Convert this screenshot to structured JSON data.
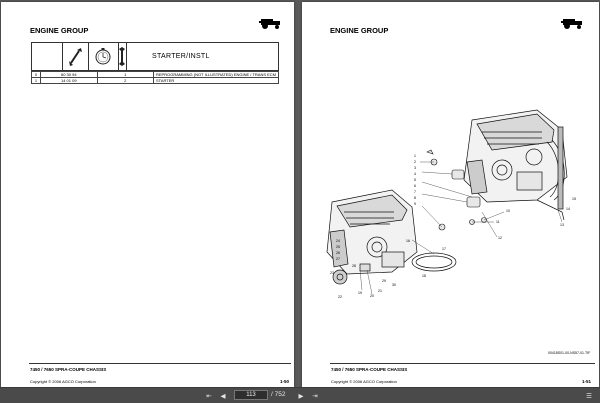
{
  "left_page": {
    "group_title": "ENGINE GROUP",
    "header_title": "STARTER/INSTL",
    "parts": [
      {
        "index": "0",
        "part_no": "60 30 94",
        "qty": "1",
        "description": "REPROGRAMMING (NOT ILLUSTRATED) ENGINE / TRANS ECM"
      },
      {
        "index": "1",
        "part_no": "14 01 09",
        "qty": "2",
        "description": "STARTER"
      }
    ],
    "footer_chassis": "7450 / 7650 SPRA-COUPE CHASSIS",
    "copyright": "Copyright © 2006 AGCO Corporation",
    "page_number": "1-50"
  },
  "right_page": {
    "group_title": "ENGINE GROUP",
    "figure_code": "00418S01-00-NS57-01.TIF",
    "callouts": [
      "1",
      "2",
      "3",
      "4",
      "5",
      "6",
      "7",
      "8",
      "9",
      "10",
      "11",
      "12",
      "13",
      "14",
      "15",
      "16",
      "17",
      "18",
      "19",
      "20",
      "21",
      "22",
      "23",
      "24",
      "25",
      "26",
      "27",
      "28",
      "29",
      "30"
    ],
    "footer_chassis": "7450 / 7650 SPRA-COUPE CHASSIS",
    "copyright": "Copyright © 2006 AGCO Corporation",
    "page_number": "1-51"
  },
  "toolbar": {
    "current_page": "113",
    "total_pages": "/ 752",
    "first_icon": "⇤",
    "prev_icon": "◀",
    "next_icon": "▶",
    "last_icon": "⇥",
    "menu_icon": "☰"
  }
}
